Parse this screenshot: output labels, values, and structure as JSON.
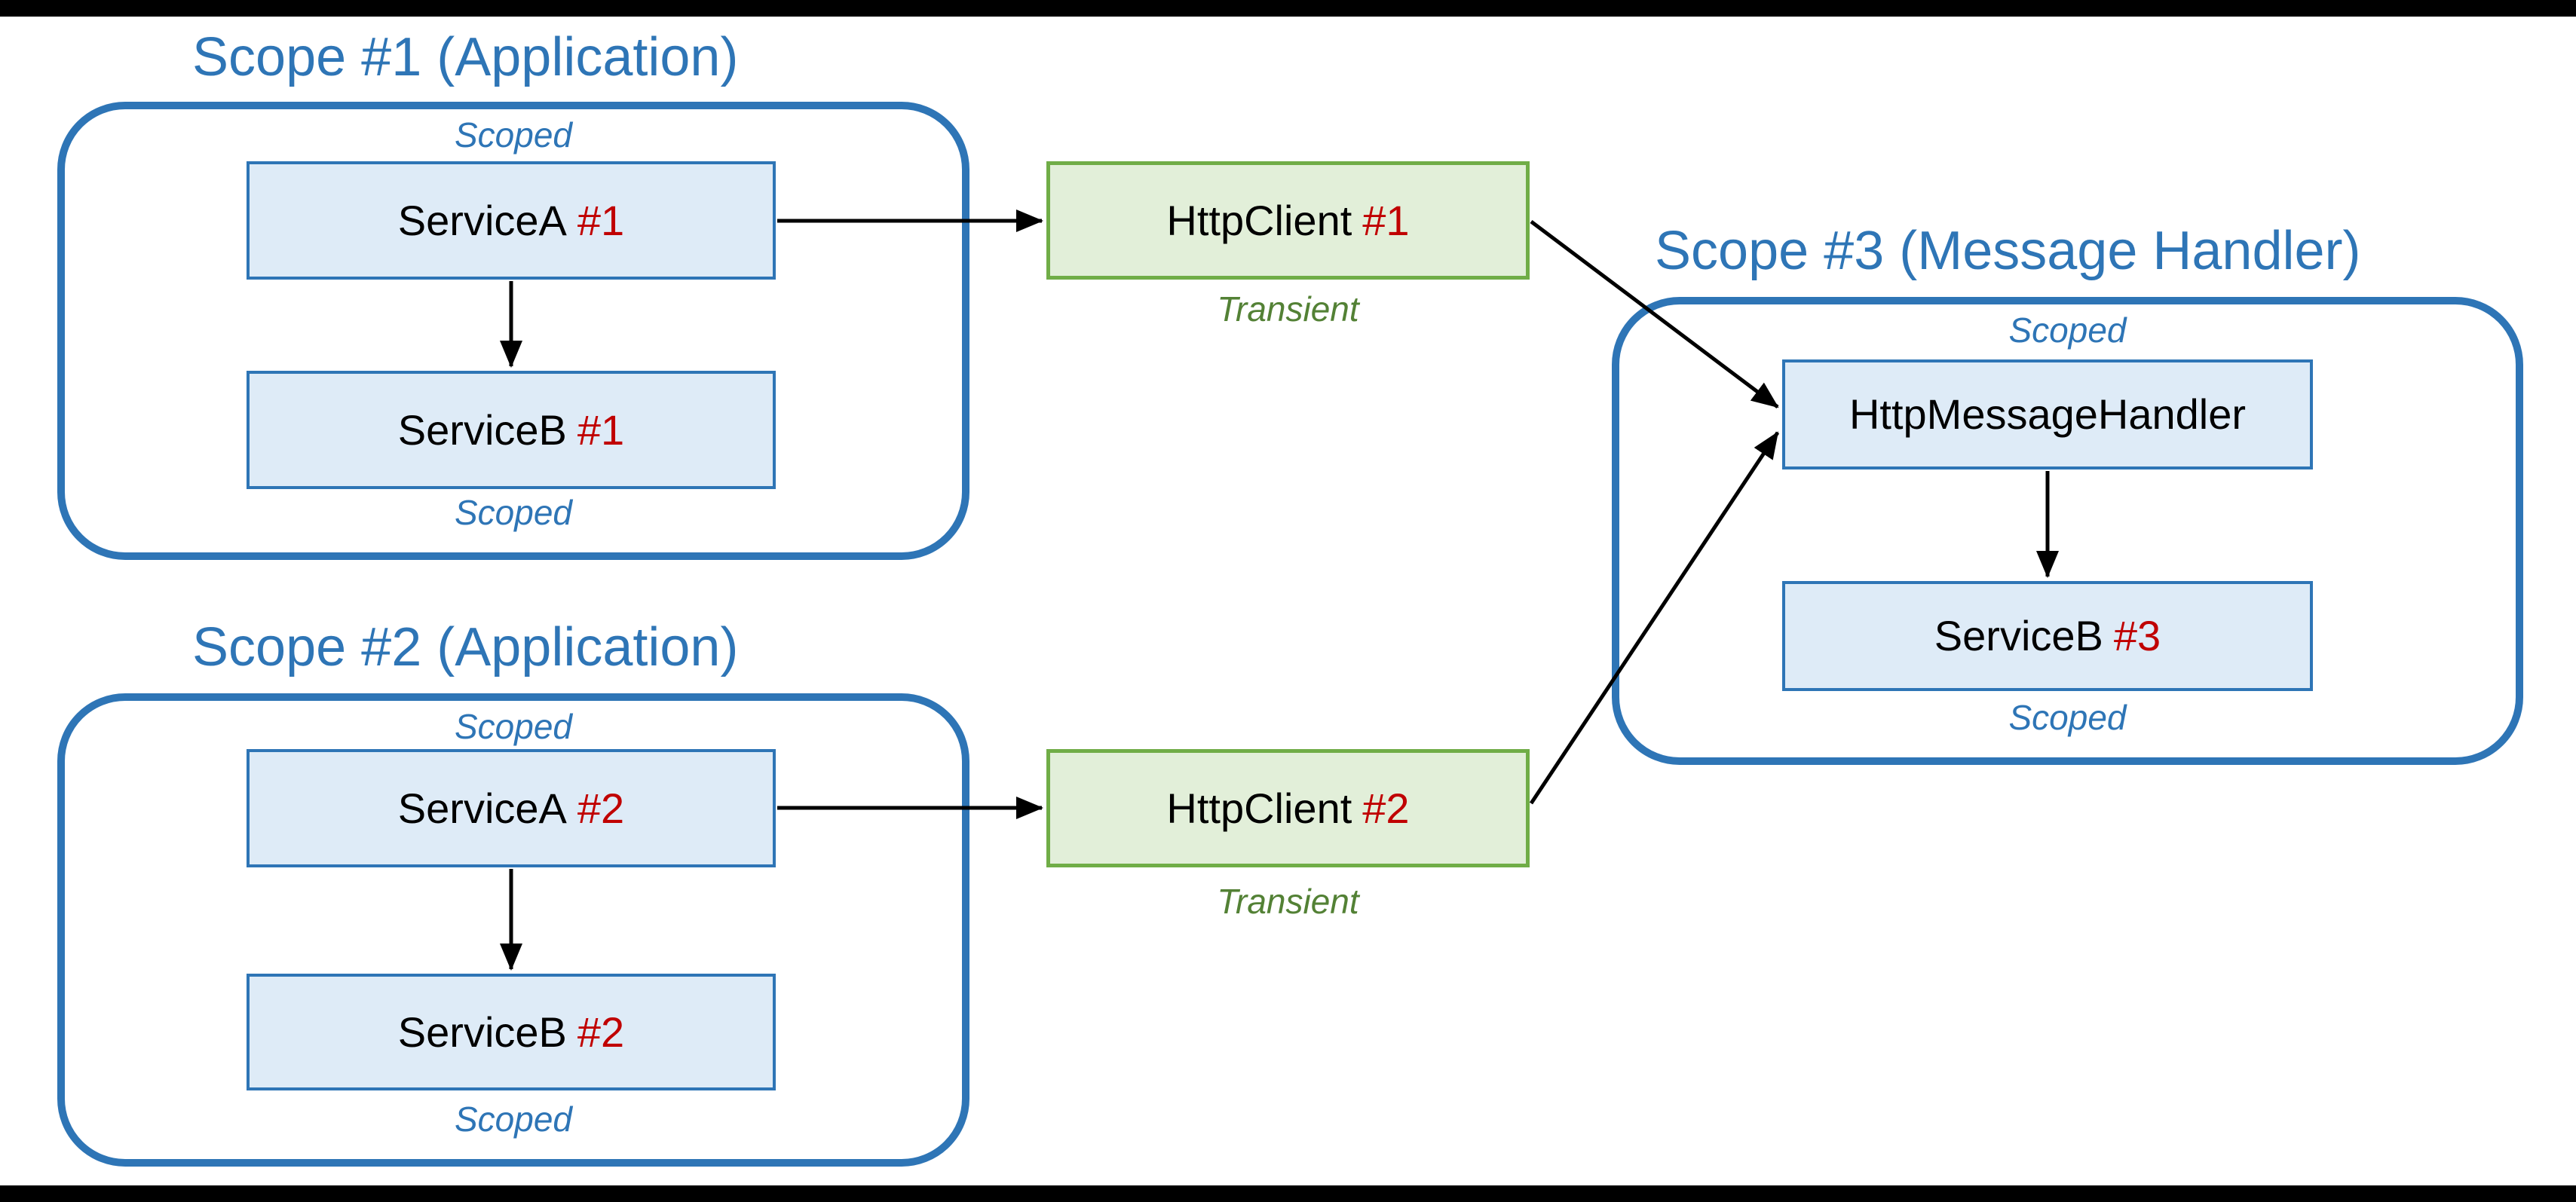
{
  "colors": {
    "scope_border": "#2E75B6",
    "scope_title_text": "#2E75B6",
    "scoped_label_text": "#2E75B6",
    "service_node_fill": "#DEEBF7",
    "service_node_border": "#2E75B6",
    "httpclient_node_fill": "#E2EFD9",
    "httpclient_node_border": "#70AD47",
    "transient_label_text": "#538135",
    "instance_number_text": "#C00000",
    "arrow_color": "#000000",
    "background": "#FFFFFF",
    "letterbox_bars": "#000000"
  },
  "scopes": {
    "scope1": {
      "title": "Scope #1 (Application)",
      "lifetime_top": "Scoped",
      "lifetime_bottom": "Scoped"
    },
    "scope2": {
      "title": "Scope #2 (Application)",
      "lifetime_top": "Scoped",
      "lifetime_bottom": "Scoped"
    },
    "scope3": {
      "title": "Scope #3 (Message Handler)",
      "lifetime_top": "Scoped",
      "lifetime_bottom": "Scoped"
    }
  },
  "nodes": {
    "service_a1": {
      "name": "ServiceA",
      "instance": "#1"
    },
    "service_b1": {
      "name": "ServiceB",
      "instance": "#1"
    },
    "service_a2": {
      "name": "ServiceA",
      "instance": "#2"
    },
    "service_b2": {
      "name": "ServiceB",
      "instance": "#2"
    },
    "http_client1": {
      "name": "HttpClient",
      "instance": "#1",
      "lifetime": "Transient"
    },
    "http_client2": {
      "name": "HttpClient",
      "instance": "#2",
      "lifetime": "Transient"
    },
    "http_message_handler": {
      "name": "HttpMessageHandler"
    },
    "service_b3": {
      "name": "ServiceB",
      "instance": "#3"
    }
  },
  "connections": [
    {
      "from": "ServiceA #1",
      "to": "HttpClient #1"
    },
    {
      "from": "ServiceA #1",
      "to": "ServiceB #1"
    },
    {
      "from": "HttpClient #1",
      "to": "HttpMessageHandler"
    },
    {
      "from": "HttpMessageHandler",
      "to": "ServiceB #3"
    },
    {
      "from": "ServiceA #2",
      "to": "HttpClient #2"
    },
    {
      "from": "ServiceA #2",
      "to": "ServiceB #2"
    },
    {
      "from": "HttpClient #2",
      "to": "HttpMessageHandler"
    }
  ]
}
